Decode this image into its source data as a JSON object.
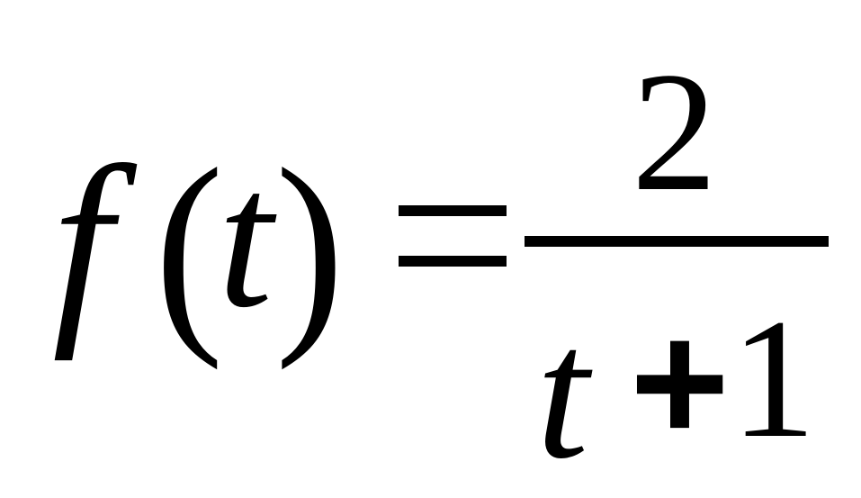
{
  "formula": {
    "function_name": "f",
    "open_paren": "(",
    "argument": "t",
    "close_paren": ")",
    "relation": "=",
    "numerator": "2",
    "denominator": {
      "variable": "t",
      "operator": "+",
      "constant": "1"
    }
  }
}
